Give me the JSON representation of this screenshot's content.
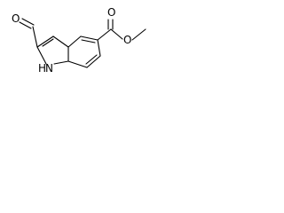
{
  "figure": {
    "atoms": {
      "oxygen_aldehyde": "O",
      "nitrogen_indole": "N",
      "hydrogen_indole": "H",
      "oxygen_carbonyl_ester": "O",
      "oxygen_ether_ester": "O"
    },
    "colors": {
      "bond": "#000000",
      "label": "#000000",
      "background": "#ffffff"
    }
  }
}
